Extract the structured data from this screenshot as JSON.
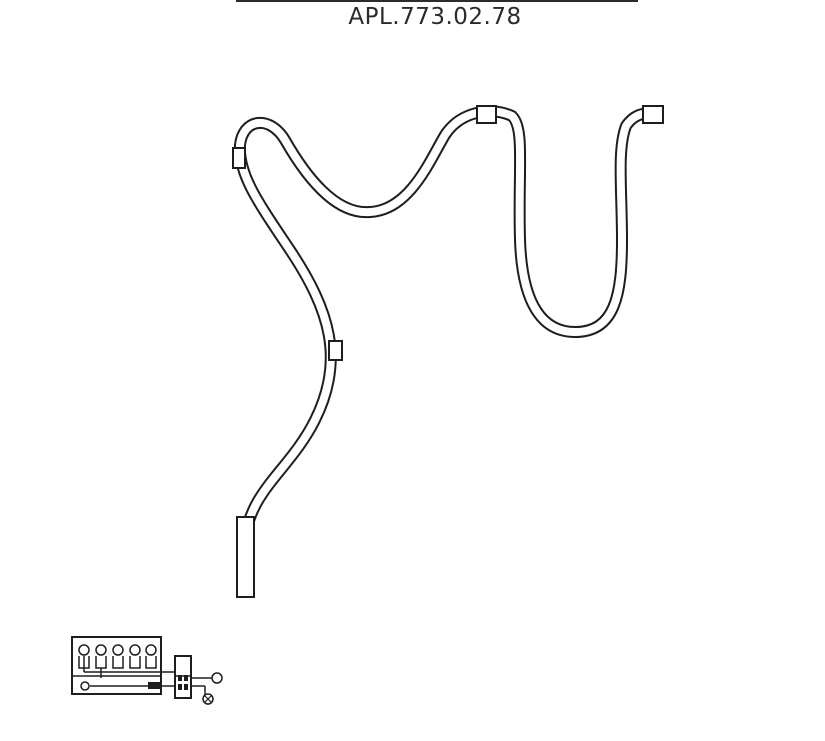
{
  "header": {
    "part_number": "APL.773.02.78"
  },
  "colors": {
    "line": "#1e1e1e",
    "cable_fill": "#ffffff",
    "text": "#2b2b2b"
  },
  "diagram": {
    "nodes": [
      {
        "id": "connector-left-top",
        "kind": "clip"
      },
      {
        "id": "connector-top-middle",
        "kind": "clip"
      },
      {
        "id": "connector-top-right",
        "kind": "clip"
      },
      {
        "id": "connector-middle",
        "kind": "clip"
      },
      {
        "id": "sensor-probe",
        "kind": "probe"
      },
      {
        "id": "wiring-schematic",
        "kind": "schematic"
      }
    ]
  }
}
